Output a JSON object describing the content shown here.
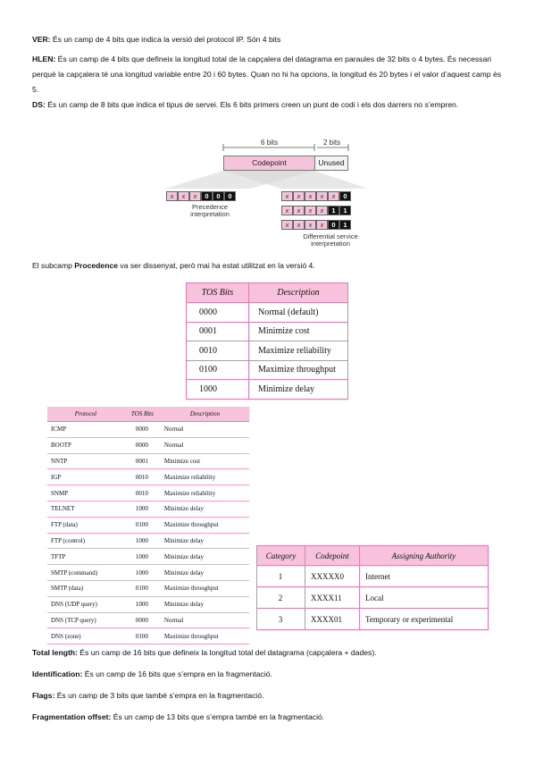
{
  "paragraphs": {
    "ver": {
      "term": "VER:",
      "text": " És un camp de 4 bits que indica la versió del protocol IP. Són 4 bits"
    },
    "hlen": {
      "term": "HLEN:",
      "text": " És un camp de 4 bits que defineix la longitud total de la capçalera del datagrama en paraules de 32 bits o 4 bytes. És necessari perquè la capçalera té una longitud variable entre 20 i 60 bytes. Quan no hi ha opcions, la longitud és 20 bytes i el valor d’aquest camp és 5."
    },
    "ds": {
      "term": "DS:",
      "text": " És un camp de 8 bits que indica el tipus de servei. Els 6 bits primers creen un punt de codi i els dos darrers no s’empren."
    },
    "procedence": {
      "pre": "El subcamp ",
      "term": "Procedence",
      "post": " va ser dissenyat, però mai ha estat utilitzat en la versió 4."
    },
    "total_length": {
      "term": "Total length:",
      "text": " És un camp de 16 bits que defineix la longitud total del datagrama (capçalera + dades)."
    },
    "identification": {
      "term": "Identification:",
      "text": " És un camp de 16 bits que s’empra en la fragmentació."
    },
    "flags": {
      "term": "Flags:",
      "text": " És un camp de 3 bits que també s’empra en la fragmentació."
    },
    "frag_offset": {
      "term": "Fragmentation offset:",
      "text": " És un camp de 13 bits que s’empra també en la fragmentació."
    }
  },
  "ds_diagram": {
    "six_bits": "6 bits",
    "two_bits": "2 bits",
    "codepoint": "Codepoint",
    "unused": "Unused",
    "precedence_caption_1": "Precedence",
    "precedence_caption_2": "interpretation",
    "diffserv_caption_1": "Differential service",
    "diffserv_caption_2": "interpretation",
    "precedence_row": [
      "x",
      "x",
      "x",
      "0",
      "0",
      "0"
    ],
    "diffserv_rows": [
      [
        "x",
        "x",
        "x",
        "x",
        "x",
        "0"
      ],
      [
        "x",
        "x",
        "x",
        "x",
        "1",
        "1"
      ],
      [
        "x",
        "x",
        "x",
        "x",
        "0",
        "1"
      ]
    ]
  },
  "tos_table": {
    "headers": [
      "TOS Bits",
      "Description"
    ],
    "rows": [
      [
        "0000",
        "Normal (default)"
      ],
      [
        "0001",
        "Minimize cost"
      ],
      [
        "0010",
        "Maximize reliability"
      ],
      [
        "0100",
        "Maximize throughput"
      ],
      [
        "1000",
        "Minimize delay"
      ]
    ]
  },
  "protocol_table": {
    "headers": [
      "Protocol",
      "TOS Bits",
      "Description"
    ],
    "rows": [
      [
        "ICMP",
        "0000",
        "Normal"
      ],
      [
        "BOOTP",
        "0000",
        "Normal"
      ],
      [
        "NNTP",
        "0001",
        "Minimize cost"
      ],
      [
        "IGP",
        "0010",
        "Maximize reliability"
      ],
      [
        "SNMP",
        "0010",
        "Maximize reliability"
      ],
      [
        "TELNET",
        "1000",
        "Minimize delay"
      ],
      [
        "FTP (data)",
        "0100",
        "Maximize throughput"
      ],
      [
        "FTP (control)",
        "1000",
        "Minimize delay"
      ],
      [
        "TFTP",
        "1000",
        "Minimize delay"
      ],
      [
        "SMTP (command)",
        "1000",
        "Minimize delay"
      ],
      [
        "SMTP (data)",
        "0100",
        "Maximize throughput"
      ],
      [
        "DNS (UDP query)",
        "1000",
        "Minimize delay"
      ],
      [
        "DNS (TCP query)",
        "0000",
        "Normal"
      ],
      [
        "DNS (zone)",
        "0100",
        "Maximize throughput"
      ]
    ]
  },
  "category_table": {
    "headers": [
      "Category",
      "Codepoint",
      "Assigning Authority"
    ],
    "rows": [
      [
        "1",
        "XXXXX0",
        "Internet"
      ],
      [
        "2",
        "XXXX11",
        "Local"
      ],
      [
        "3",
        "XXXX01",
        "Temporary or experimental"
      ]
    ]
  },
  "colors": {
    "header_pink": "#f7c2dc",
    "border_pink": "#e07fb0"
  }
}
